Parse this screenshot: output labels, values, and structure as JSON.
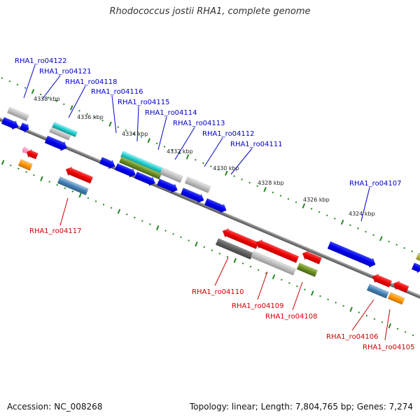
{
  "title": "Rhodococcus jostii RHA1, complete genome",
  "footer": {
    "accession": "Accession: NC_008268",
    "summary": "Topology: linear; Length: 7,804,765 bp; Genes: 7,274"
  },
  "colors": {
    "background": "#ffffff",
    "backbone": "#888888",
    "forward_label": "#0000cc",
    "reverse_label": "#cc0000",
    "tick_major": "#228822",
    "tick_minor": "#228822"
  },
  "scale_ticks": [
    "4338 kbp",
    "4336 kbp",
    "4334 kbp",
    "4332 kbp",
    "4330 kbp",
    "4328 kbp",
    "4326 kbp",
    "4324 kbp"
  ],
  "forward_genes": [
    "RHA1_ro04122",
    "RHA1_ro04121",
    "RHA1_ro04118",
    "RHA1_ro04116",
    "RHA1_ro04115",
    "RHA1_ro04114",
    "RHA1_ro04113",
    "RHA1_ro04112",
    "RHA1_ro04111",
    "RHA1_ro04107"
  ],
  "reverse_genes": [
    "RHA1_ro04117",
    "RHA1_ro04110",
    "RHA1_ro04109",
    "RHA1_ro04108",
    "RHA1_ro04106",
    "RHA1_ro04105"
  ]
}
